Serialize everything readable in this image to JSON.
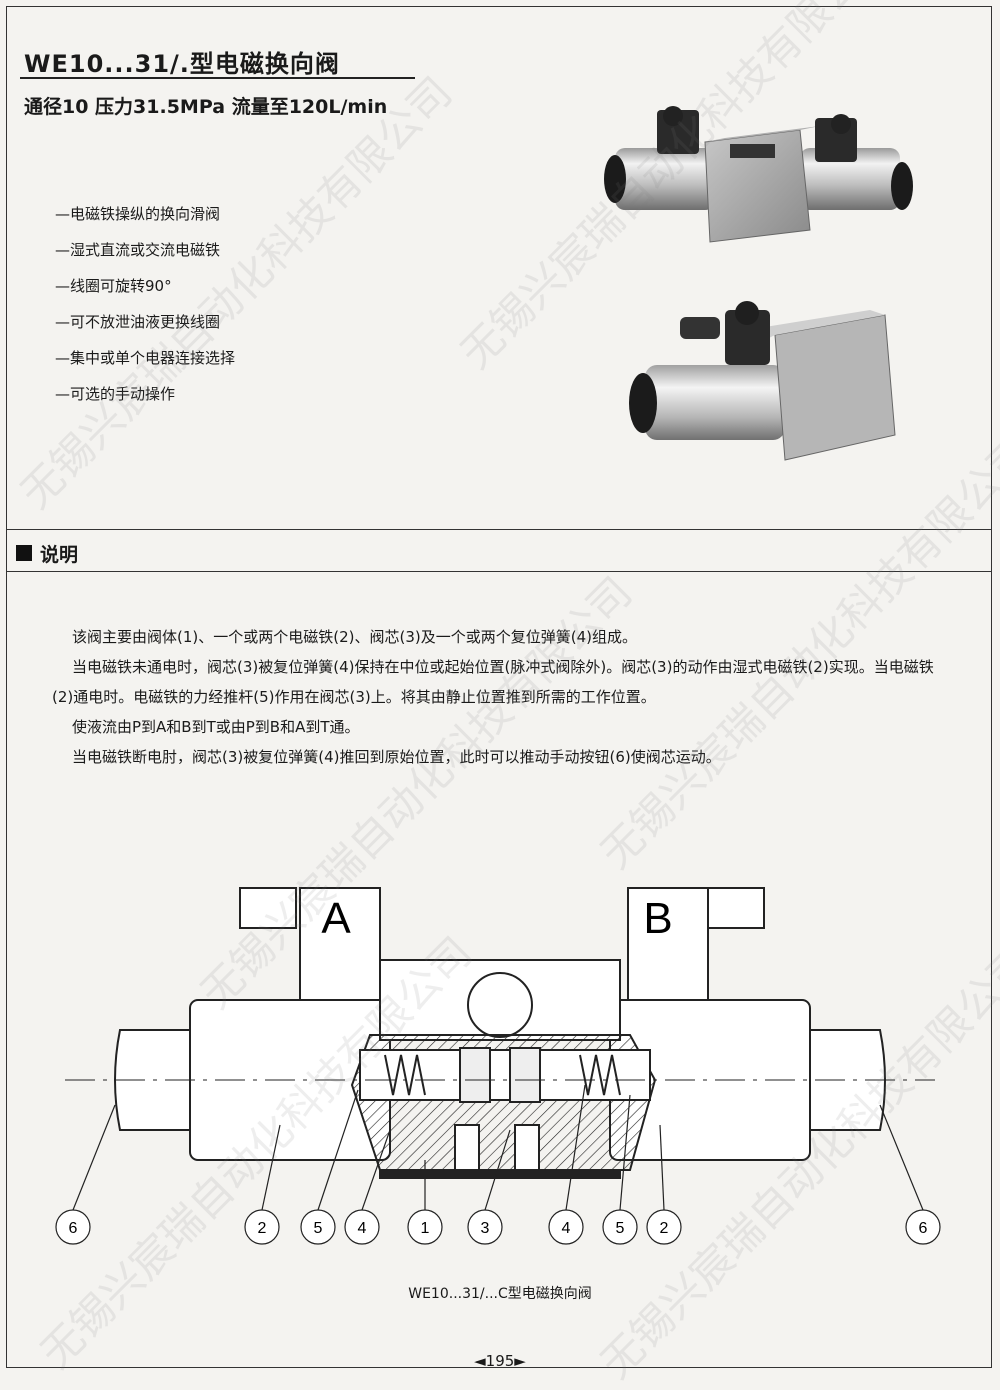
{
  "header": {
    "title": "WE10...31/.型电磁换向阀",
    "subtitle": "通径10  压力31.5MPa  流量至120L/min"
  },
  "features": [
    "—电磁铁操纵的换向滑阀",
    "—湿式直流或交流电磁铁",
    "—线圈可旋转90°",
    "—可不放泄油液更换线圈",
    "—集中或单个电器连接选择",
    "—可选的手动操作"
  ],
  "section": {
    "title": "说明"
  },
  "description": [
    "该阀主要由阀体(1)、一个或两个电磁铁(2)、阀芯(3)及一个或两个复位弹簧(4)组成。",
    "当电磁铁未通电时，阀芯(3)被复位弹簧(4)保持在中位或起始位置(脉冲式阀除外)。阀芯(3)的动作由湿式电磁铁(2)实现。当电磁铁(2)通电时。电磁铁的力经推杆(5)作用在阀芯(3)上。将其由静止位置推到所需的工作位置。",
    "使液流由P到A和B到T或由P到B和A到T通。",
    "当电磁铁断电肘，阀芯(3)被复位弹簧(4)推回到原始位置，此时可以推动手动按钮(6)使阀芯运动。"
  ],
  "diagram": {
    "label_a": "A",
    "label_b": "B",
    "callouts": [
      "6",
      "2",
      "5",
      "4",
      "1",
      "3",
      "4",
      "5",
      "2",
      "6"
    ],
    "caption": "WE10...31/...C型电磁换向阀"
  },
  "watermark_text": "无锡兴宸瑞自动化科技有限公司",
  "footer": {
    "page_number": "◄195►"
  }
}
